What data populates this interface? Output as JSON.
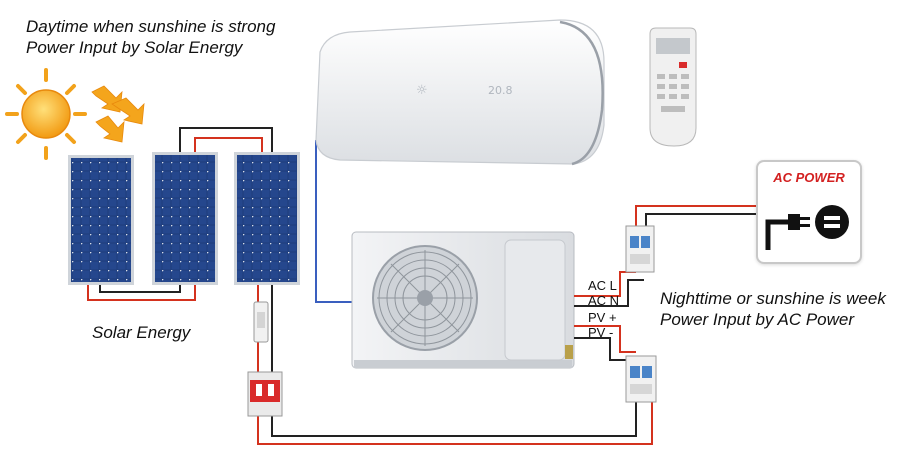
{
  "texts": {
    "daytime_line1": "Daytime when sunshine is strong",
    "daytime_line2": "Power Input by Solar Energy",
    "solar_label": "Solar Energy",
    "night_line1": "Nighttime or sunshine is week",
    "night_line2": "Power Input by AC Power"
  },
  "wires": {
    "ac_l": "AC L",
    "ac_n": "AC N",
    "pv_plus": "PV +",
    "pv_minus": "PV -"
  },
  "ac_power": {
    "title": "AC POWER"
  },
  "colors": {
    "wire_red": "#d4321e",
    "wire_black": "#222222",
    "wire_blue": "#3a5fbf",
    "panel": "#1d3a78",
    "sun": "#f4a51c",
    "breaker_red": "#d92b2b"
  }
}
